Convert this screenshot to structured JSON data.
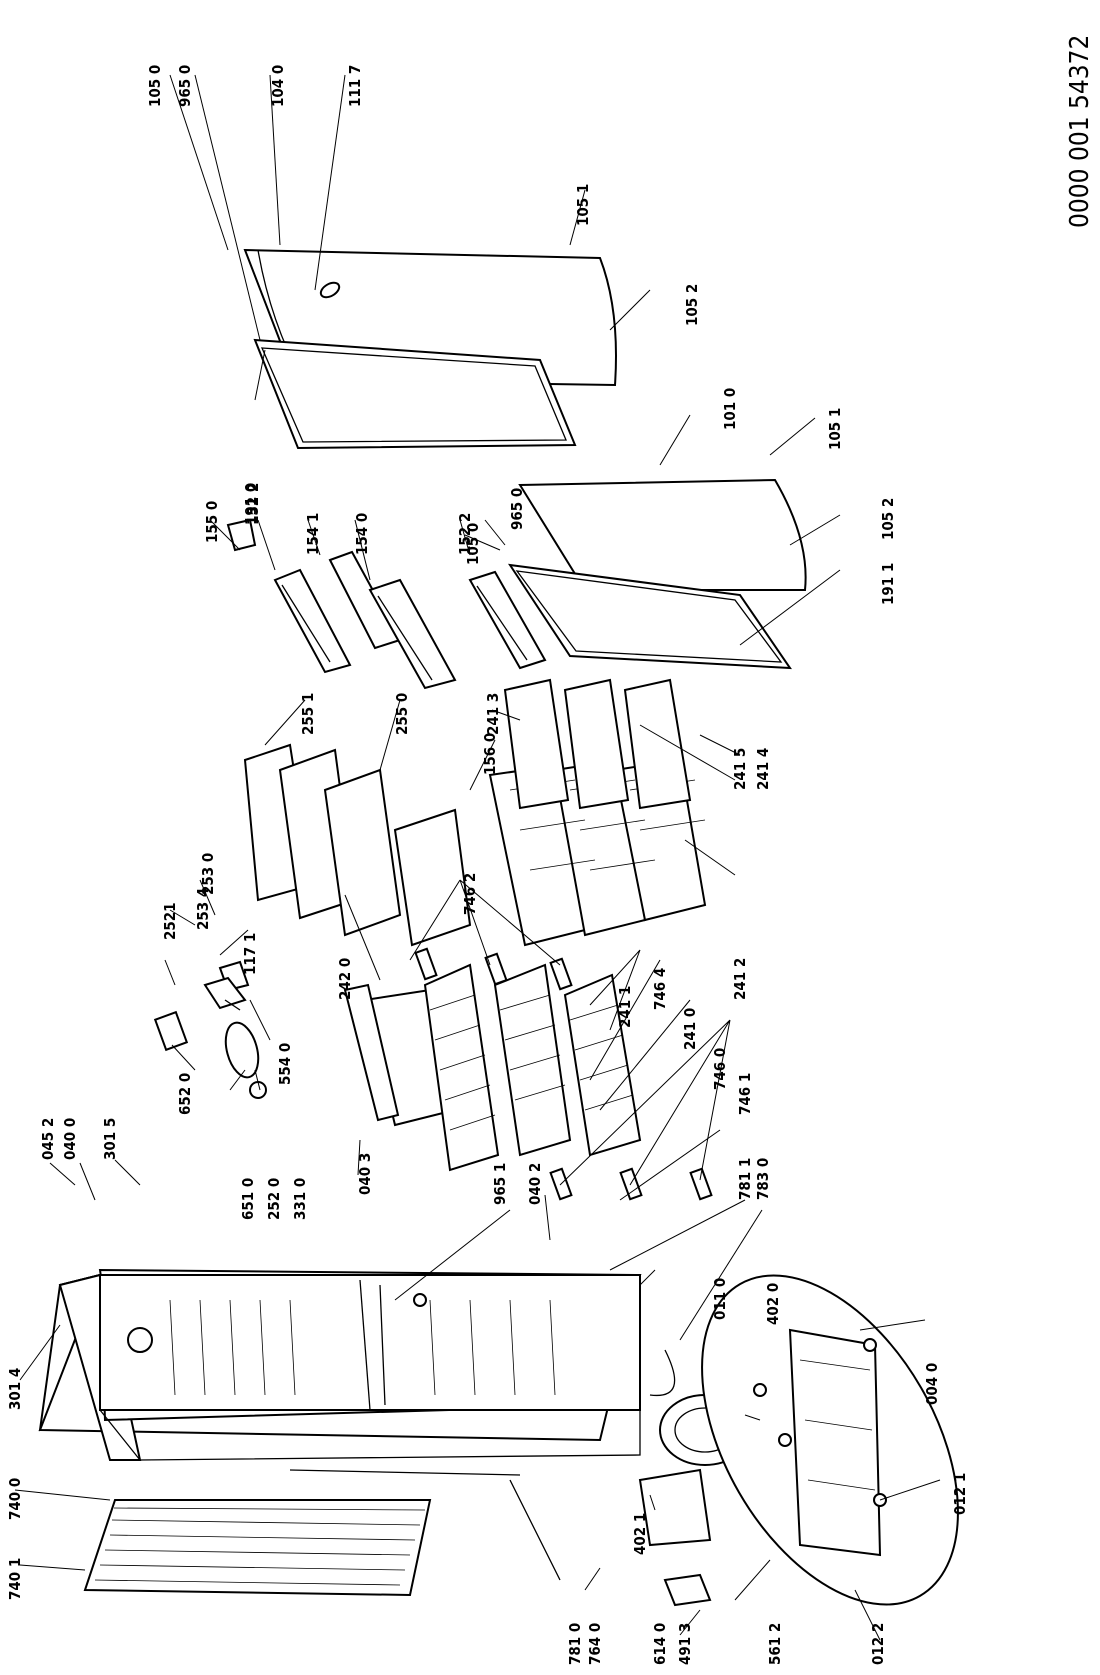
{
  "document_code": "0000 001 54372",
  "part_labels": {
    "p004_0": "004 0",
    "p011_0": "011 0",
    "p012_1": "012 1",
    "p012_2": "012 2",
    "p040_0": "040 0",
    "p040_2": "040 2",
    "p040_3": "040 3",
    "p045_2": "045 2",
    "p101_0": "101 0",
    "p104_0": "104 0",
    "p105_0a": "105 0",
    "p105_0b": "105 0",
    "p105_1a": "105 1",
    "p105_1b": "105 1",
    "p105_2a": "105 2",
    "p105_2b": "105 2",
    "p111_7": "111 7",
    "p117_1": "117 1",
    "p152_2a": "152 2",
    "p152_2b": "152 2",
    "p154_0": "154 0",
    "p154_1": "154 1",
    "p155_0": "155 0",
    "p156_0": "156 0",
    "p191_0": "191 0",
    "p191_1": "191 1",
    "p241_0": "241 0",
    "p241_1": "241 1",
    "p241_2": "241 2",
    "p241_3": "241 3",
    "p241_4": "241 4",
    "p241_5": "241 5",
    "p242_0": "242 0",
    "p252_0": "252 0",
    "p2521": "2521",
    "p253_0": "253 0",
    "p253_4": "253 4",
    "p255_0": "255 0",
    "p255_1": "255 1",
    "p301_4": "301 4",
    "p301_5": "301 5",
    "p331_0": "331 0",
    "p402_0": "402 0",
    "p402_1": "402 1",
    "p491_3": "491 3",
    "p554_0": "554 0",
    "p561_2": "561 2",
    "p614_0": "614 0",
    "p651_0": "651 0",
    "p652_0": "652 0",
    "p740_0": "740 0",
    "p740_1": "740 1",
    "p746_0": "746 0",
    "p746_1": "746 1",
    "p746_2": "746 2",
    "p746_4": "746 4",
    "p764_0": "764 0",
    "p781_0": "781 0",
    "p781_1": "781 1",
    "p783_0": "783 0",
    "p965_0a": "965 0",
    "p965_0b": "965 0",
    "p965_1": "965 1"
  }
}
